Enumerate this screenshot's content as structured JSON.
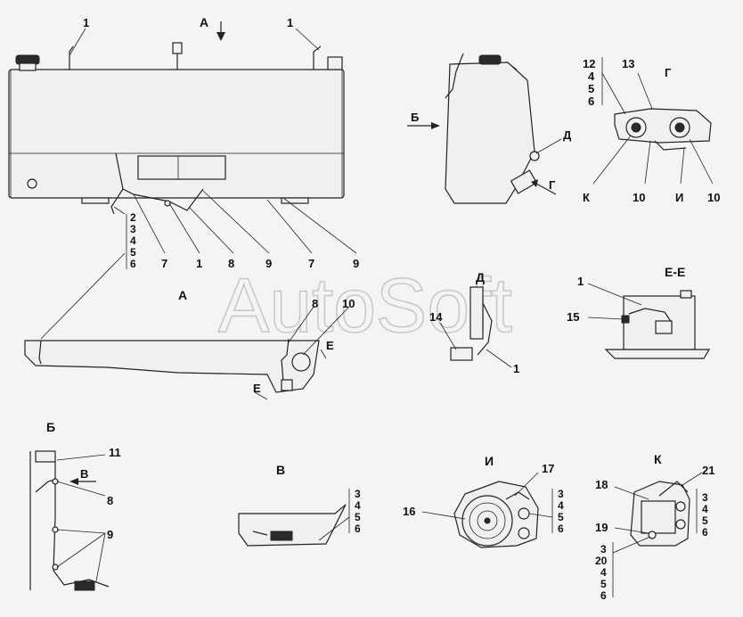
{
  "watermark": "AutoSoft",
  "views": {
    "main_arrow": "А",
    "view_a": "А",
    "view_b": "Б",
    "view_b_arrow": "Б",
    "view_b_detail": "В",
    "view_v": "В",
    "view_g_arrow": "Г",
    "view_g": "Г",
    "view_d_arrow": "Д",
    "view_d": "Д",
    "view_ee": "Е-Е",
    "section_e1": "Е",
    "section_e2": "Е",
    "view_i": "И",
    "view_k": "К",
    "label_k": "К",
    "label_i": "И"
  },
  "callouts": {
    "main_top_left": "1",
    "main_top_right": "1",
    "main_bottom": [
      "7",
      "1",
      "8",
      "9",
      "7",
      "9"
    ],
    "main_stack": [
      "2",
      "3",
      "4",
      "5",
      "6"
    ],
    "view_a_8": "8",
    "view_a_10": "10",
    "g_stack": [
      "12",
      "4",
      "5",
      "6"
    ],
    "g_13": "13",
    "g_10a": "10",
    "g_10b": "10",
    "d_14": "14",
    "d_1": "1",
    "ee_1": "1",
    "ee_15": "15",
    "b_11": "11",
    "b_8": "8",
    "b_9": "9",
    "v_stack": [
      "3",
      "4",
      "5",
      "6"
    ],
    "i_16": "16",
    "i_17": "17",
    "i_stack": [
      "3",
      "4",
      "5",
      "6"
    ],
    "k_18": "18",
    "k_19": "19",
    "k_21": "21",
    "k_stack_a": [
      "3",
      "4",
      "5",
      "6"
    ],
    "k_stack_b": [
      "3",
      "20",
      "4",
      "5",
      "6"
    ]
  }
}
